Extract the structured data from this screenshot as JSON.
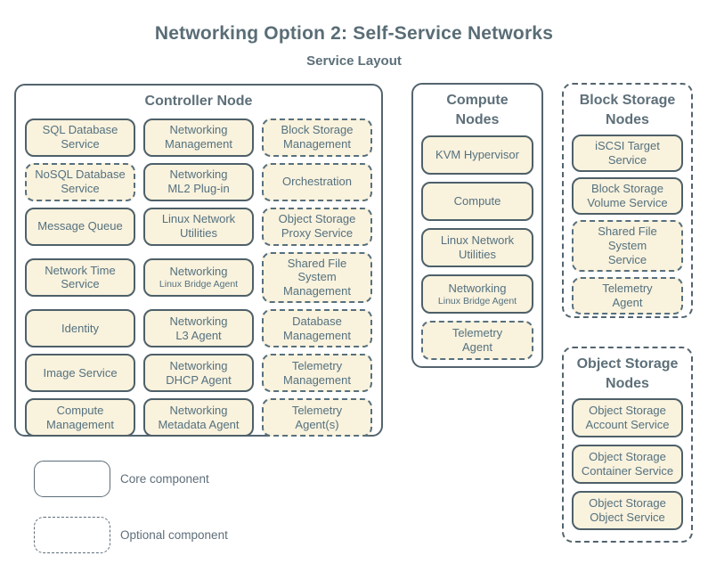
{
  "title": "Networking Option 2: Self-Service Networks",
  "subtitle": "Service Layout",
  "colors": {
    "background": "#ffffff",
    "box_fill": "#f9f2dd",
    "box_border": "#4e6069",
    "container_border": "#53646e",
    "text": "#54717f",
    "heading_text": "#5d6f79"
  },
  "groups": {
    "controller": {
      "title": "Controller Node",
      "optional": false,
      "services": [
        {
          "optional": false,
          "lines": [
            {
              "text": "SQL Database"
            },
            {
              "text": "Service"
            }
          ]
        },
        {
          "optional": false,
          "lines": [
            {
              "text": "Networking"
            },
            {
              "text": "Management"
            }
          ]
        },
        {
          "optional": true,
          "lines": [
            {
              "text": "Block Storage"
            },
            {
              "text": "Management"
            }
          ]
        },
        {
          "optional": true,
          "lines": [
            {
              "text": "NoSQL Database"
            },
            {
              "text": "Service"
            }
          ]
        },
        {
          "optional": false,
          "lines": [
            {
              "text": "Networking"
            },
            {
              "text": "ML2 Plug-in"
            }
          ]
        },
        {
          "optional": true,
          "lines": [
            {
              "text": "Orchestration"
            }
          ]
        },
        {
          "optional": false,
          "lines": [
            {
              "text": "Message Queue"
            }
          ]
        },
        {
          "optional": false,
          "lines": [
            {
              "text": "Linux Network"
            },
            {
              "text": "Utilities"
            }
          ]
        },
        {
          "optional": true,
          "lines": [
            {
              "text": "Object Storage"
            },
            {
              "text": "Proxy Service"
            }
          ]
        },
        {
          "optional": false,
          "lines": [
            {
              "text": "Network Time"
            },
            {
              "text": "Service"
            }
          ]
        },
        {
          "optional": false,
          "lines": [
            {
              "text": "Networking"
            },
            {
              "text": "Linux Bridge Agent",
              "small": true
            }
          ]
        },
        {
          "optional": true,
          "lines": [
            {
              "text": "Shared File System"
            },
            {
              "text": "Management"
            }
          ]
        },
        {
          "optional": false,
          "lines": [
            {
              "text": "Identity"
            }
          ]
        },
        {
          "optional": false,
          "lines": [
            {
              "text": "Networking"
            },
            {
              "text": "L3 Agent"
            }
          ]
        },
        {
          "optional": true,
          "lines": [
            {
              "text": "Database"
            },
            {
              "text": "Management"
            }
          ]
        },
        {
          "optional": false,
          "lines": [
            {
              "text": "Image Service"
            }
          ]
        },
        {
          "optional": false,
          "lines": [
            {
              "text": "Networking"
            },
            {
              "text": "DHCP Agent"
            }
          ]
        },
        {
          "optional": true,
          "lines": [
            {
              "text": "Telemetry"
            },
            {
              "text": "Management"
            }
          ]
        },
        {
          "optional": false,
          "lines": [
            {
              "text": "Compute"
            },
            {
              "text": "Management"
            }
          ]
        },
        {
          "optional": false,
          "lines": [
            {
              "text": "Networking"
            },
            {
              "text": "Metadata Agent"
            }
          ]
        },
        {
          "optional": true,
          "lines": [
            {
              "text": "Telemetry"
            },
            {
              "text": "Agent(s)"
            }
          ]
        }
      ]
    },
    "compute": {
      "title": "Compute Nodes",
      "optional": false,
      "services": [
        {
          "optional": false,
          "lines": [
            {
              "text": "KVM Hypervisor"
            }
          ]
        },
        {
          "optional": false,
          "lines": [
            {
              "text": "Compute"
            }
          ]
        },
        {
          "optional": false,
          "lines": [
            {
              "text": "Linux Network"
            },
            {
              "text": "Utilities"
            }
          ]
        },
        {
          "optional": false,
          "lines": [
            {
              "text": "Networking"
            },
            {
              "text": "Linux Bridge Agent",
              "small": true
            }
          ]
        },
        {
          "optional": true,
          "lines": [
            {
              "text": "Telemetry"
            },
            {
              "text": "Agent"
            }
          ]
        }
      ]
    },
    "block_storage": {
      "title": "Block Storage Nodes",
      "optional": true,
      "services": [
        {
          "optional": false,
          "lines": [
            {
              "text": "iSCSI Target"
            },
            {
              "text": "Service"
            }
          ]
        },
        {
          "optional": false,
          "lines": [
            {
              "text": "Block Storage"
            },
            {
              "text": "Volume Service"
            }
          ]
        },
        {
          "optional": true,
          "lines": [
            {
              "text": "Shared File System"
            },
            {
              "text": "Service"
            }
          ]
        },
        {
          "optional": true,
          "lines": [
            {
              "text": "Telemetry"
            },
            {
              "text": "Agent"
            }
          ]
        }
      ]
    },
    "object_storage": {
      "title": "Object Storage Nodes",
      "optional": true,
      "services": [
        {
          "optional": false,
          "lines": [
            {
              "text": "Object Storage"
            },
            {
              "text": "Account Service"
            }
          ]
        },
        {
          "optional": false,
          "lines": [
            {
              "text": "Object Storage"
            },
            {
              "text": "Container Service"
            }
          ]
        },
        {
          "optional": false,
          "lines": [
            {
              "text": "Object Storage"
            },
            {
              "text": "Object Service"
            }
          ]
        }
      ]
    }
  },
  "legend": {
    "core": {
      "label": "Core component"
    },
    "optional": {
      "label": "Optional component"
    }
  }
}
